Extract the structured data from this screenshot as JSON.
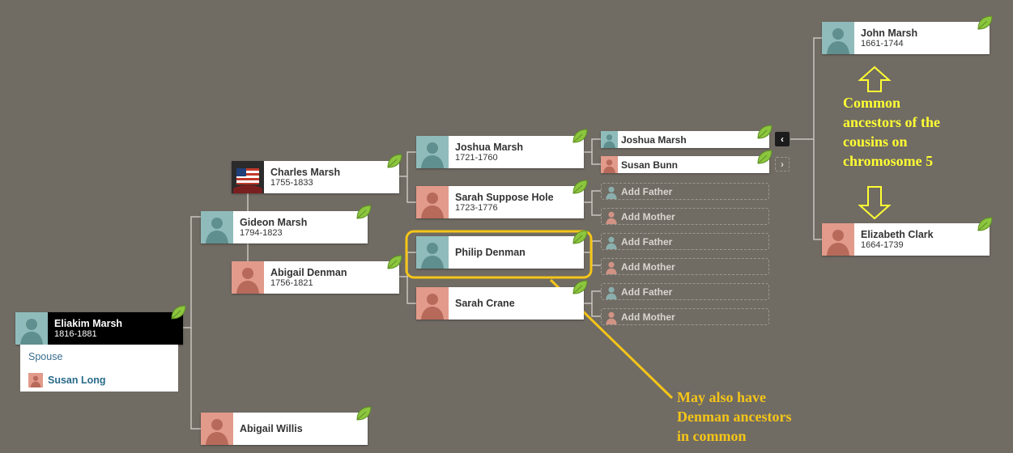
{
  "root": {
    "name": "Eliakim Marsh",
    "dates": "1816-1881"
  },
  "spouse": {
    "label": "Spouse",
    "name": "Susan Long"
  },
  "gen1": {
    "father": {
      "name": "Gideon Marsh",
      "dates": "1794-1823"
    },
    "mother": {
      "name": "Abigail Willis",
      "dates": ""
    }
  },
  "gen2": {
    "paternal_grandfather": {
      "name": "Charles Marsh",
      "dates": "1755-1833"
    },
    "paternal_grandmother": {
      "name": "Abigail Denman",
      "dates": "1756-1821"
    }
  },
  "gen3": {
    "a": {
      "name": "Joshua Marsh",
      "dates": "1721-1760"
    },
    "b": {
      "name": "Sarah Suppose Hole",
      "dates": "1723-1776"
    },
    "c": {
      "name": "Philip Denman",
      "dates": ""
    },
    "d": {
      "name": "Sarah Crane",
      "dates": ""
    }
  },
  "gen4": {
    "father": {
      "name": "Joshua Marsh"
    },
    "mother": {
      "name": "Susan Bunn"
    },
    "add_father": "Add Father",
    "add_mother": "Add Mother"
  },
  "gen5": {
    "father": {
      "name": "John Marsh",
      "dates": "1661-1744"
    },
    "mother": {
      "name": "Elizabeth Clark",
      "dates": "1664-1739"
    }
  },
  "nav": {
    "back_symbol": "‹",
    "forward_symbol": "›"
  },
  "annotations": {
    "common": "Common\nancestors of the\ncousins on\nchromosome 5",
    "denman": "May also have\nDenman ancestors\nin common"
  },
  "colors": {
    "background": "#706b63",
    "male_photo": "#8fbcbb",
    "female_photo": "#e29a8a",
    "hint_leaf": "#8cc63f",
    "annotation_yellow": "#ffff33",
    "annotation_orange": "#f5c518"
  },
  "icons": {
    "leaf": "hint-leaf-icon",
    "male": "male-silhouette-icon",
    "female": "female-silhouette-icon",
    "arrow": "outline-arrow-icon"
  }
}
